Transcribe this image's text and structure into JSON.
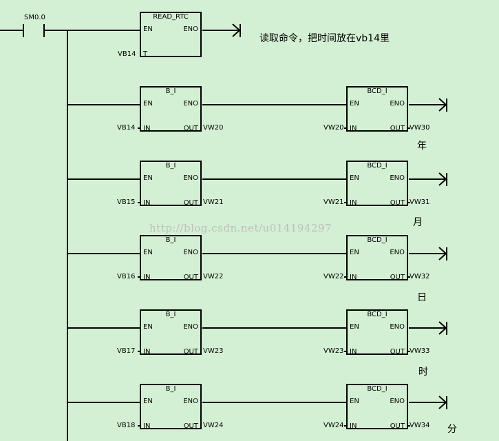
{
  "contact": {
    "label": "SM0.0"
  },
  "comment": "读取命令，把时间放在vb14里",
  "watermark": "http://blog.csdn.net/u014194297",
  "read_rtc": {
    "title": "READ_RTC",
    "en": "EN",
    "eno": "ENO",
    "t": "T",
    "t_operand": "VB14"
  },
  "rungs": [
    {
      "b_i": {
        "title": "B_I",
        "en": "EN",
        "eno": "ENO",
        "in": "IN",
        "out": "OUT",
        "in_operand": "VB14",
        "out_operand": "VW20"
      },
      "bcd_i": {
        "title": "BCD_I",
        "en": "EN",
        "eno": "ENO",
        "in": "IN",
        "out": "OUT",
        "in_operand": "VW20",
        "out_operand": "VW30"
      },
      "note": "年"
    },
    {
      "b_i": {
        "title": "B_I",
        "en": "EN",
        "eno": "ENO",
        "in": "IN",
        "out": "OUT",
        "in_operand": "VB15",
        "out_operand": "VW21"
      },
      "bcd_i": {
        "title": "BCD_I",
        "en": "EN",
        "eno": "ENO",
        "in": "IN",
        "out": "OUT",
        "in_operand": "VW21",
        "out_operand": "VW31"
      },
      "note": "月"
    },
    {
      "b_i": {
        "title": "B_I",
        "en": "EN",
        "eno": "ENO",
        "in": "IN",
        "out": "OUT",
        "in_operand": "VB16",
        "out_operand": "VW22"
      },
      "bcd_i": {
        "title": "BCD_I",
        "en": "EN",
        "eno": "ENO",
        "in": "IN",
        "out": "OUT",
        "in_operand": "VW22",
        "out_operand": "VW32"
      },
      "note": "日"
    },
    {
      "b_i": {
        "title": "B_I",
        "en": "EN",
        "eno": "ENO",
        "in": "IN",
        "out": "OUT",
        "in_operand": "VB17",
        "out_operand": "VW23"
      },
      "bcd_i": {
        "title": "BCD_I",
        "en": "EN",
        "eno": "ENO",
        "in": "IN",
        "out": "OUT",
        "in_operand": "VW23",
        "out_operand": "VW33"
      },
      "note": "时"
    },
    {
      "b_i": {
        "title": "B_I",
        "en": "EN",
        "eno": "ENO",
        "in": "IN",
        "out": "OUT",
        "in_operand": "VB18",
        "out_operand": "VW24"
      },
      "bcd_i": {
        "title": "BCD_I",
        "en": "EN",
        "eno": "ENO",
        "in": "IN",
        "out": "OUT",
        "in_operand": "VW24",
        "out_operand": "VW34"
      },
      "note": "分"
    }
  ]
}
